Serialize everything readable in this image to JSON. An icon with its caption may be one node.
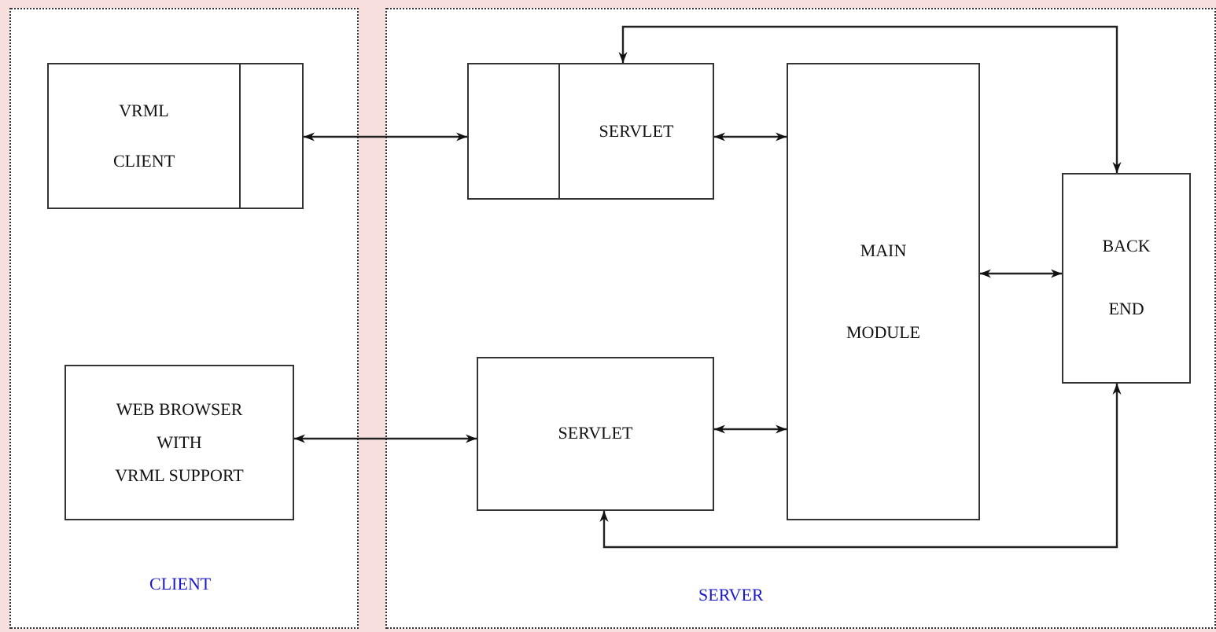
{
  "diagram": {
    "nodes": [
      {
        "text": [
          "CLIENT"
        ]
      },
      {
        "text": [
          "SERVER"
        ]
      },
      {
        "text": [
          "VRML",
          "CLIENT"
        ],
        "in": 0
      },
      {
        "text": [],
        "shape": "box",
        "in": 0
      },
      {
        "text": [
          "WEB BROWSER",
          "WITH",
          "VRML SUPPORT"
        ],
        "in": 0
      },
      {
        "text": [],
        "shape": "box",
        "in": 1
      },
      {
        "text": [
          "SERVLET"
        ],
        "in": 1
      },
      {
        "text": [
          "SERVLET"
        ],
        "in": 1
      },
      {
        "text": [
          "MAIN",
          "MODULE"
        ],
        "in": 1
      },
      {
        "text": [
          "BACK",
          "END"
        ],
        "in": 1
      }
    ],
    "edges": [
      {
        "from": 3,
        "to": 5,
        "arrow": "both"
      },
      {
        "from": 4,
        "to": 7,
        "arrow": "both"
      },
      {
        "from": 6,
        "to": 8,
        "arrow": "both"
      },
      {
        "from": 7,
        "to": 8,
        "arrow": "both"
      },
      {
        "from": 8,
        "to": 9,
        "arrow": "both"
      },
      {
        "from": 9,
        "to": 6,
        "arrow": "both"
      },
      {
        "from": 9,
        "to": 7,
        "arrow": "both"
      }
    ]
  }
}
